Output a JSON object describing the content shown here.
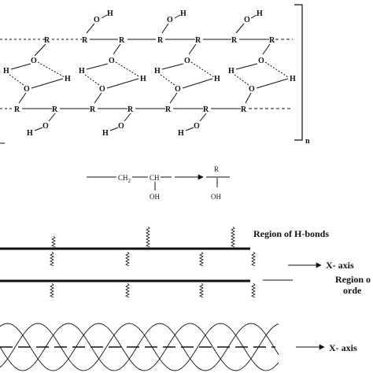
{
  "structure": {
    "atom_r": "R",
    "atom_o": "O",
    "atom_h": "H",
    "repeat_subscript": "n"
  },
  "reaction": {
    "reactant_ch2": "CH",
    "reactant_ch2_sub": "2",
    "reactant_ch": "CH",
    "reactant_oh": "OH",
    "product_r": "R",
    "product_oh": "OH"
  },
  "schematic": {
    "region_hbonds_label": "Region of H-bonds",
    "x_axis_label_1": "X- axis",
    "region_order_label_line1": "Region o",
    "region_order_label_line2": "orde",
    "x_axis_label_2": "X- axis"
  }
}
